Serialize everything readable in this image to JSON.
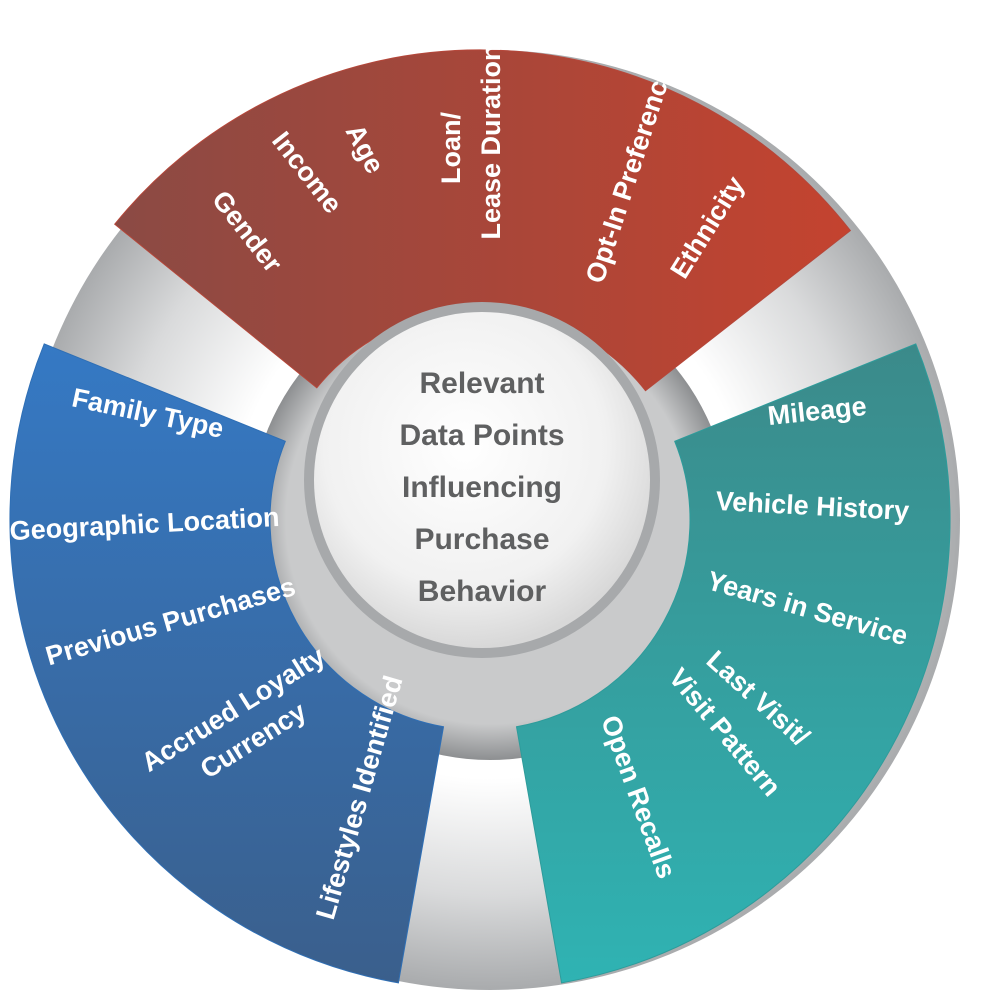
{
  "center": {
    "lines": [
      "Relevant",
      "Data Points",
      "Influencing",
      "Purchase",
      "Behavior"
    ]
  },
  "segments": {
    "demographics": {
      "color": "#b5473a",
      "labels": [
        "Gender",
        "Income",
        "Age",
        "Loan/",
        "Lease Duration",
        "Opt-In Preferences",
        "Ethnicity"
      ]
    },
    "vehicle": {
      "color": "#2e9c9b",
      "labels": [
        "Mileage",
        "Vehicle History",
        "Years in Service",
        "Last Visit/",
        "Visit Pattern",
        "Open Recalls"
      ]
    },
    "customer": {
      "color": "#2f6fb5",
      "labels": [
        "Family Type",
        "Geographic Location",
        "Previous Purchases",
        "Accrued Loyalty",
        "Currency",
        "Lifestyles Identified"
      ]
    }
  }
}
